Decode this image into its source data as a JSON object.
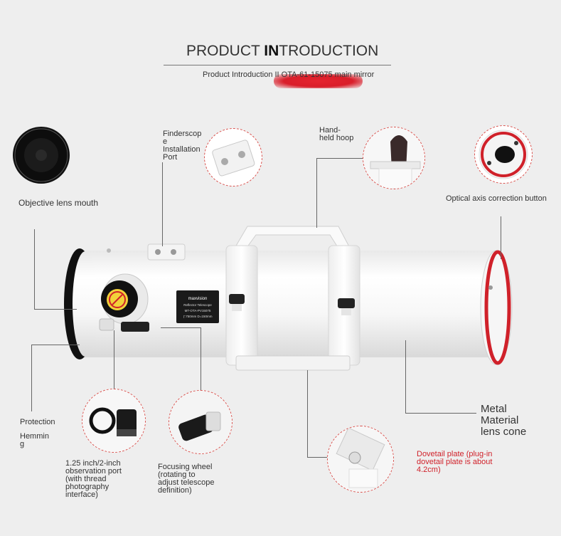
{
  "header": {
    "title_part1": "PRODUCT ",
    "title_bold": "IN",
    "title_part2": "TRODUCTION",
    "subtitle": "Product Introduction II OTA-61-15075 main mirror"
  },
  "labels": {
    "objective_lens_mouth": "Objective lens mouth",
    "finderscope": [
      "Finderscop",
      "e",
      "Installation",
      "Port"
    ],
    "hand_held_hoop": [
      "Hand-",
      "held hoop"
    ],
    "optical_axis": "Optical axis correction button",
    "protection": "Protection",
    "hemming": [
      "Hemmin",
      "g"
    ],
    "observation_port": [
      "1.25 inch/2-inch",
      "observation port",
      "(with thread",
      "photography",
      "interface)"
    ],
    "focusing_wheel": [
      "Focusing wheel",
      "(rotating to",
      "adjust telescope",
      "definition)"
    ],
    "metal_cone": [
      "Metal",
      "Material",
      "lens cone"
    ],
    "dovetail": [
      "Dovetail plate (plug-in",
      "dovetail plate is about",
      "4.2cm)"
    ]
  },
  "telescope_plate": {
    "brand": "maxvision",
    "type": "Reflector Telescope",
    "model": "MT-OTA-PV15075",
    "line": "ƒ:750mm  D=150mm"
  },
  "colors": {
    "accent_red": "#d0212a",
    "tube_white": "#ffffff",
    "background": "#eeeeee"
  }
}
